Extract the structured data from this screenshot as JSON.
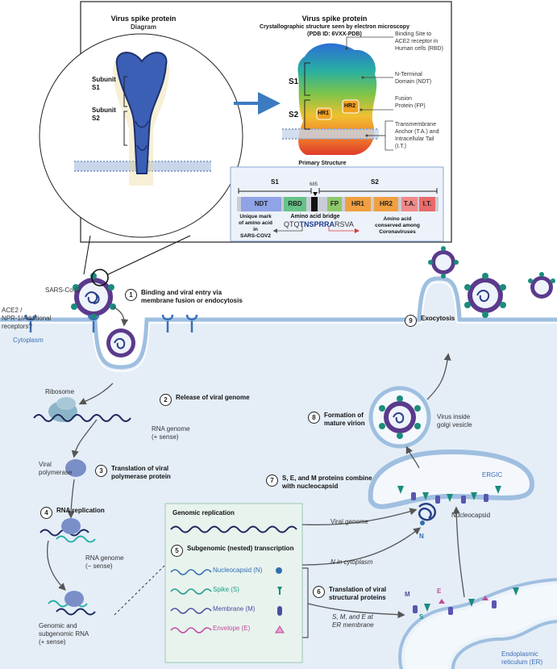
{
  "top_panel": {
    "diagram_title": "Virus spike protein",
    "diagram_subtitle": "Diagram",
    "subunit_s1": "Subunit\nS1",
    "subunit_s2": "Subunit\nS2",
    "crystal_title": "Virus spike protein",
    "crystal_subtitle": "Crystallographic structure seen by electron microscopy\n(PDB ID: 6VXX-PDB)",
    "label_s1": "S1",
    "label_s2": "S2",
    "label_hr1": "HR1",
    "label_hr2": "HR2",
    "callouts": [
      "Binding Site to\nACE2 receptor in\nHuman cells (RBD)",
      "N-Terminal\nDomain (NDT)",
      "Fusion\nProtein (FP)",
      "Transmembrane\nAnchor (T.A.) and\nIntracellular Tail\n(I.T.)"
    ],
    "primary_structure_title": "Primary Structure"
  },
  "primary_structure": {
    "s1": "S1",
    "s2": "S2",
    "position": "685",
    "segments": [
      "NDT",
      "RBD",
      "FP",
      "HR1",
      "HR2",
      "T.A.",
      "I.T."
    ],
    "bridge_label": "Amino acid bridge",
    "sequence_a": "QTQ",
    "sequence_b": "TNSPRRA",
    "sequence_c": "RSVA",
    "left_note": "Unique mark\nof amino acid\nin\nSARS-COV2",
    "right_note": "Amino acid\nconserved among\nCoronaviruses"
  },
  "labels": {
    "sars": "SARS-Cov2",
    "receptors": "ACE2 /\nNPR-1/Additional\nreceptors?",
    "cytoplasm": "Cytoplasm",
    "ribosome": "Ribosome",
    "rna_plus": "RNA genome\n(+ sense)",
    "viral_polymerase": "Viral\npolymerase",
    "rna_minus": "RNA genome\n(− sense)",
    "genomic_subgenomic": "Genomic and\nsubgenomic RNA\n(+ sense)",
    "ergic": "ERGIC",
    "nucleocapsid": "Nucleocapsid",
    "viral_genome": "Viral genome",
    "n_cytoplasm": "N in cytoplasm",
    "sme_er": "S, M, and E at\nER membrane",
    "n_letter": "N",
    "m_letter": "M",
    "e_letter": "E",
    "s_letter": "S",
    "golgi": "Virus inside\ngolgi vesicle",
    "er": "Endoplasmic\nreticulum (ER)"
  },
  "steps": [
    {
      "n": "1",
      "text": "Binding and viral entry via\nmembrane fusion or endocytosis"
    },
    {
      "n": "2",
      "text": "Release of viral genome"
    },
    {
      "n": "3",
      "text": "Translation of viral\npolymerase protein"
    },
    {
      "n": "4",
      "text": "RNA replication"
    },
    {
      "n": "5",
      "text": "Subgenomic (nested) transcription"
    },
    {
      "n": "6",
      "text": "Translation of viral\nstructural proteins"
    },
    {
      "n": "7",
      "text": "S, E, and M proteins combine\nwith nucleocapsid"
    },
    {
      "n": "8",
      "text": "Formation of\nmature virion"
    },
    {
      "n": "9",
      "text": "Exocytosis"
    }
  ],
  "transcription_box": {
    "genomic_replication": "Genomic replication",
    "genes": [
      {
        "name": "Nucleocapsid (N)",
        "color": "#2f6fb0"
      },
      {
        "name": "Spike (S)",
        "color": "#1a9a8a"
      },
      {
        "name": "Membrane (M)",
        "color": "#4a4fa0"
      },
      {
        "name": "Envelope (E)",
        "color": "#c04a9a"
      }
    ]
  },
  "colors": {
    "cytoplasm": "#e5eef7",
    "membrane": "#9fbfe0",
    "virus_envelope": "#5b3a8c",
    "spike": "#1a8c7c",
    "box_fill": "#e8f3ee"
  }
}
